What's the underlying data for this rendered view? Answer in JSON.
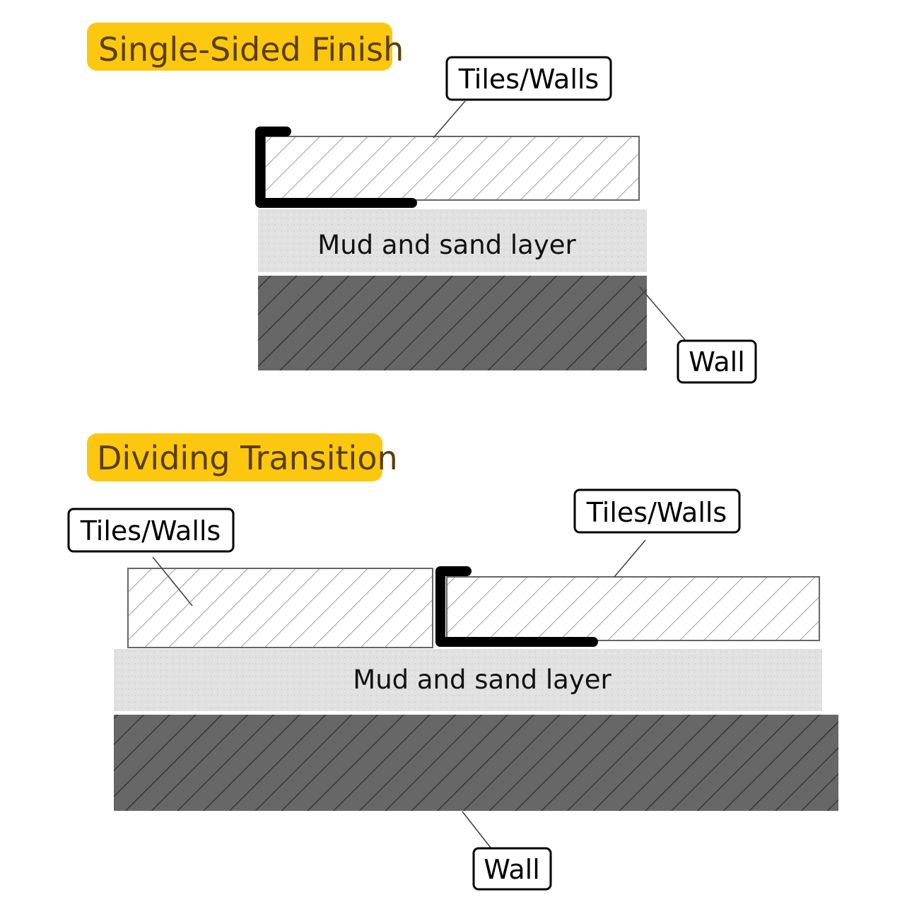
{
  "colors": {
    "badge": "#fcc80f",
    "title_text": "#5a3d06",
    "tile_fill": "#ffffff",
    "tile_hatch": "#9a9a9a",
    "mud_fill": "#e1e1e1",
    "wall_fill": "#676767",
    "wall_hatch": "#2e2e2e",
    "trim": "#000000"
  },
  "single_sided": {
    "title": "Single-Sided Finish",
    "tiles_label": "Tiles/Walls",
    "mud_label": "Mud and sand layer",
    "wall_label": "Wall"
  },
  "dividing": {
    "title": "Dividing Transition",
    "left_tiles_label": "Tiles/Walls",
    "right_tiles_label": "Tiles/Walls",
    "mud_label": "Mud and sand layer",
    "wall_label": "Wall"
  }
}
